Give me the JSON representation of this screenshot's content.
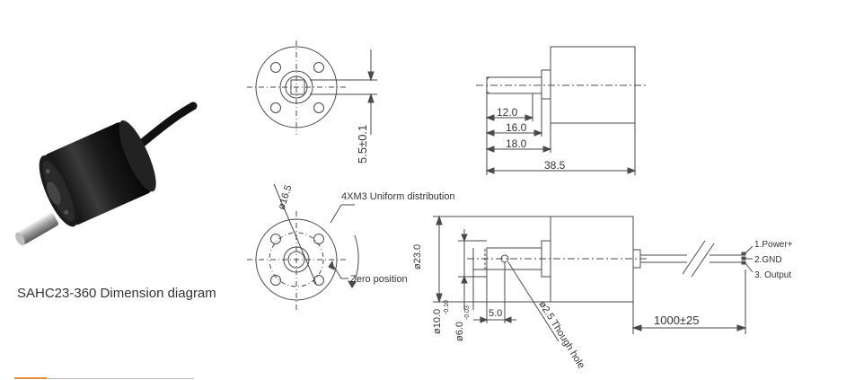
{
  "caption": "SAHC23-360 Dimension diagram",
  "labels": {
    "thread_hole": "4XM3 Uniform distribution",
    "zero_position": "Zero position",
    "pcd": "ø16.5",
    "dim_5_5": "5.5±0.1",
    "dim_12": "12.0",
    "dim_16": "16.0",
    "dim_18": "18.0",
    "dim_38_5": "38.5",
    "dim_23": "ø23.0",
    "dim_10": "ø10.0",
    "dim_10_tol": "-0.10",
    "dim_6": "ø6.0",
    "dim_6_tol": "-0.03",
    "dim_5": "5.0",
    "through_hole": "ø2.5 Though hole",
    "cable_length": "1000±25"
  },
  "wires": [
    "1.Power+",
    "2.GND",
    "3. Output"
  ],
  "colors": {
    "line": "#4a4a4a",
    "text": "#333333",
    "accent": "#e88a2d"
  }
}
